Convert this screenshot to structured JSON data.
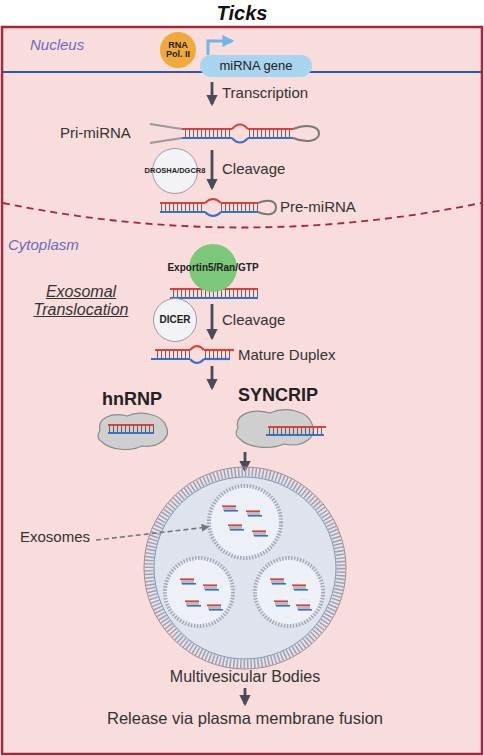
{
  "diagram": {
    "title": "Ticks",
    "nodes": [
      {
        "text": [
          "RNA Pol. II"
        ]
      },
      {
        "text": [
          "miRNA gene"
        ]
      },
      {
        "text": [
          "DROSHA/DGCR8"
        ]
      },
      {
        "text": [
          "Exportin5/Ran/GTP"
        ]
      },
      {
        "text": [
          "DICER"
        ]
      },
      {
        "text": [
          "hnRNP"
        ]
      },
      {
        "text": [
          "SYNCRIP"
        ]
      }
    ],
    "labels": [
      "Nucleus",
      "Transcription",
      "Pri-miRNA",
      "Cleavage",
      "Pre-miRNA",
      "Cytoplasm",
      "Exosomal Translocation",
      "Cleavage",
      "Mature Duplex",
      "Exosomes",
      "Multivesicular Bodies",
      "Release via plasma membrane fusion"
    ]
  }
}
